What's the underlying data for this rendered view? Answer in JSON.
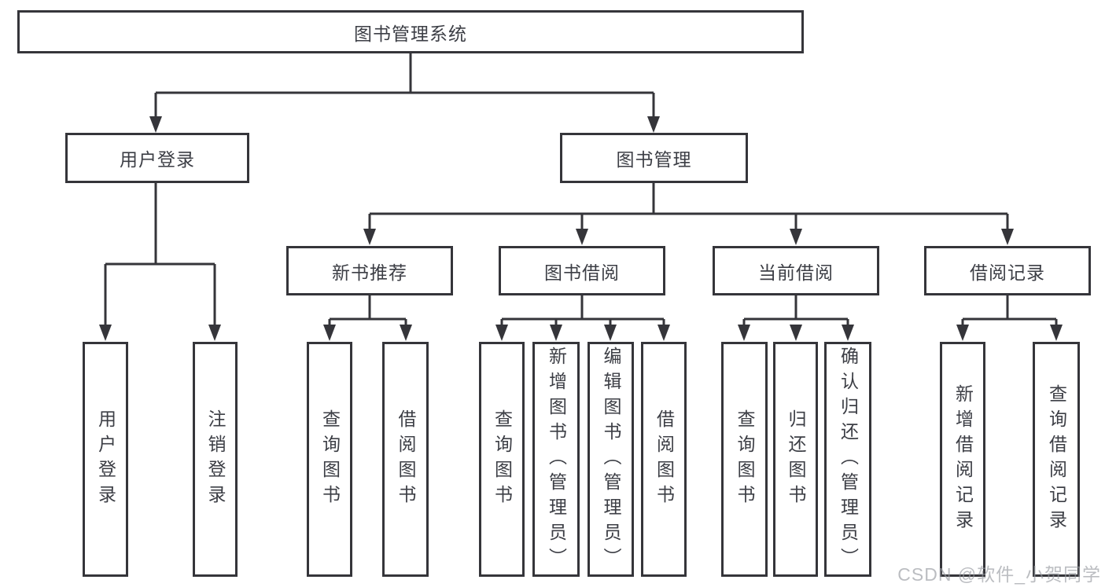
{
  "colors": {
    "line": "#35353a",
    "text": "#3c3e45",
    "background": "#ffffff",
    "watermark": "#b9bcc1"
  },
  "watermark": {
    "text": "CSDN @软件_小贺同学"
  },
  "tree": {
    "root": {
      "label": "图书管理系统"
    },
    "branches": [
      {
        "label": "用户登录",
        "children": [
          {
            "label": "用户登录"
          },
          {
            "label": "注销登录"
          }
        ]
      },
      {
        "label": "图书管理",
        "children": [
          {
            "label": "新书推荐",
            "children": [
              {
                "label": "查询图书"
              },
              {
                "label": "借阅图书"
              }
            ]
          },
          {
            "label": "图书借阅",
            "children": [
              {
                "label": "查询图书"
              },
              {
                "label": "新增图书（管理员）"
              },
              {
                "label": "编辑图书（管理员）"
              },
              {
                "label": "借阅图书"
              }
            ]
          },
          {
            "label": "当前借阅",
            "children": [
              {
                "label": "查询图书"
              },
              {
                "label": "归还图书"
              },
              {
                "label": "确认归还（管理员）"
              }
            ]
          },
          {
            "label": "借阅记录",
            "children": [
              {
                "label": "新增借阅记录"
              },
              {
                "label": "查询借阅记录"
              }
            ]
          }
        ]
      }
    ]
  }
}
